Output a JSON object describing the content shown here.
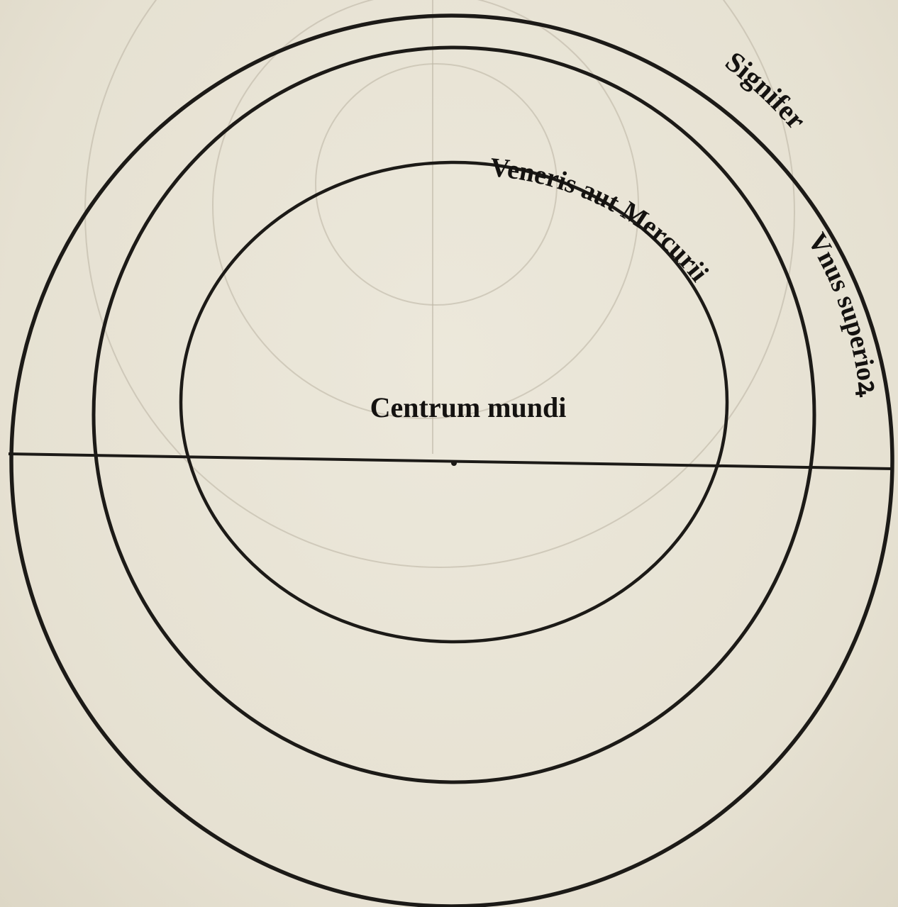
{
  "labels": {
    "signifer": "Signifer",
    "veneris": "Veneris aut Mercurii",
    "unus": "Vnus superioꝝ",
    "centrum": "Centrum mundi"
  },
  "colors": {
    "paper": "#e9e4d6",
    "ink": "#1c1a17"
  }
}
